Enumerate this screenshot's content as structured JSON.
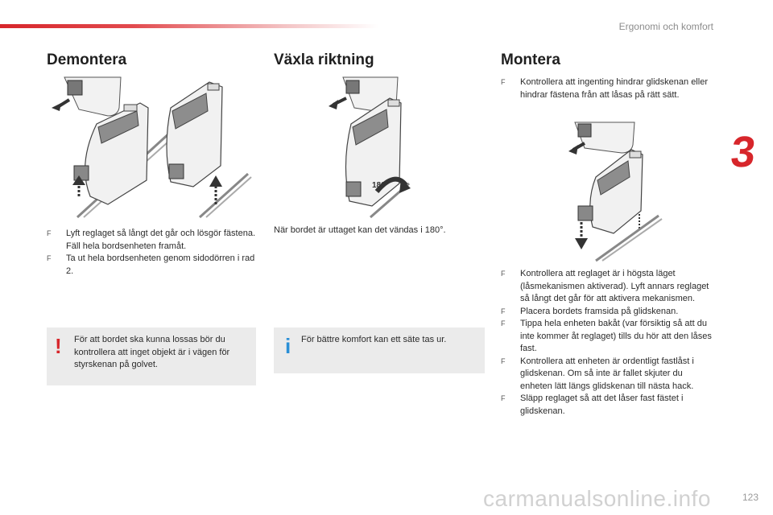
{
  "header": {
    "section": "Ergonomi och komfort",
    "chapter": "3"
  },
  "colors": {
    "accent_red": "#d7262b",
    "info_blue": "#2a8fd6",
    "box_bg": "#ebebeb"
  },
  "demontera": {
    "title": "Demontera",
    "bullets": [
      "Lyft reglaget så långt det går och lösgör fästena. Fäll hela bordsenheten framåt.",
      "Ta ut hela bordsenheten genom sidodörren i rad 2."
    ],
    "warning": {
      "icon": "!",
      "text": "För att bordet ska kunna lossas bör du kontrollera att inget objekt är i vägen för styrskenan på golvet."
    }
  },
  "vaxla": {
    "title": "Växla riktning",
    "text": "När bordet är uttaget kan det vändas i 180°.",
    "rotation_label": "180°",
    "info": {
      "icon": "i",
      "text": "För bättre komfort kan ett säte tas ur."
    }
  },
  "montera": {
    "title": "Montera",
    "bullets_top": [
      "Kontrollera att ingenting hindrar glidskenan eller hindrar fästena från att låsas på rätt sätt."
    ],
    "bullets_bottom": [
      "Kontrollera att reglaget är i högsta läget (låsmekanismen aktiverad). Lyft annars reglaget så långt det går för att aktivera mekanismen.",
      "Placera bordets framsida på glidskenan.",
      "Tippa hela enheten bakåt (var försiktig så att du inte kommer åt reglaget) tills du hör att den låses fast.",
      "Kontrollera att enheten är ordentligt fastlåst i glidskenan. Om så inte är fallet skjuter du enheten lätt längs glidskenan till nästa hack.",
      "Släpp reglaget så att det låser fast fästet i glidskenan."
    ]
  },
  "footer": {
    "page": "123",
    "watermark": "carmanualsonline.info"
  },
  "bullet_mark": "F"
}
